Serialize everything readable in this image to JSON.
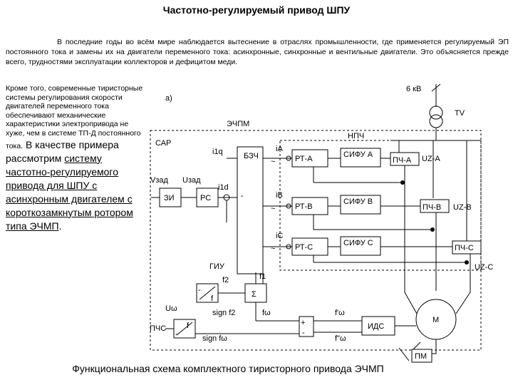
{
  "title": "Частотно-регулируемый привод ШПУ",
  "intro": "В последние годы во всём мире наблюдается вытеснение в отраслях промышленности, где применяется регулируемый ЭП постоянного тока и замены их на двигатели переменного тока: асинхронные, синхронные и вентильные двигатели. Это объясняется прежде всего, трудностями эксплуатации коллекторов и дефицитом меди.",
  "side": {
    "small": "Кроме того, современные тиристорные системы регулирования скорости двигателей переменного тока обеспечивают механические характеристики электропривода не хуже, чем в системе ТП-Д постоянного тока.",
    "big_plain": " В качестве примера рассмотрим ",
    "big_underlined": "систему частотно-регулируемого привода для ШПУ с асинхронным двигателем с короткозамкнутым ротором типа ЭЧМП",
    "big_end": "."
  },
  "caption": "Функциональная схема комплектного тиристорного привода ЭЧМП",
  "diagram": {
    "fig": "а)",
    "supply": "6 кВ",
    "tv": "TV",
    "echpm": "ЭЧПМ",
    "npch": "НПЧ",
    "sar": "САР",
    "bzch": "БЗЧ",
    "i1q": "i1q",
    "i1d": "i1d",
    "vzad": "Vзад",
    "uzad": "Uзад",
    "zi": "ЗИ",
    "rs": "РС",
    "iA": "iA",
    "iB": "iB",
    "iC": "iC",
    "tilde": "~",
    "rtA": "РТ-А",
    "rtB": "РТ-В",
    "rtC": "РТ-С",
    "sifuA": "СИФУ  А",
    "sifuB": "СИФУ  В",
    "sifuC": "СИФУ  С",
    "pchA": "ПЧ-А",
    "pchB": "ПЧ-В",
    "pchC": "ПЧ-С",
    "uzA": "UZ-A",
    "uzB": "UZ-B",
    "uzC": "UZ-C",
    "giu": "ГИУ",
    "f1": "f1",
    "f2": "f2",
    "f_small": "f",
    "sigma": "Σ",
    "u_omega": "Uω",
    "pchs": "ПЧС",
    "sign_f2": "sign f2",
    "f_omega": "fω",
    "f1_omega": "f'ω",
    "f2_omega": "f\"ω",
    "sign_f_omega": "sign fω",
    "ids": "ИДС",
    "motor": "М",
    "pm": "ПМ",
    "plus": "+",
    "minus": "-"
  }
}
